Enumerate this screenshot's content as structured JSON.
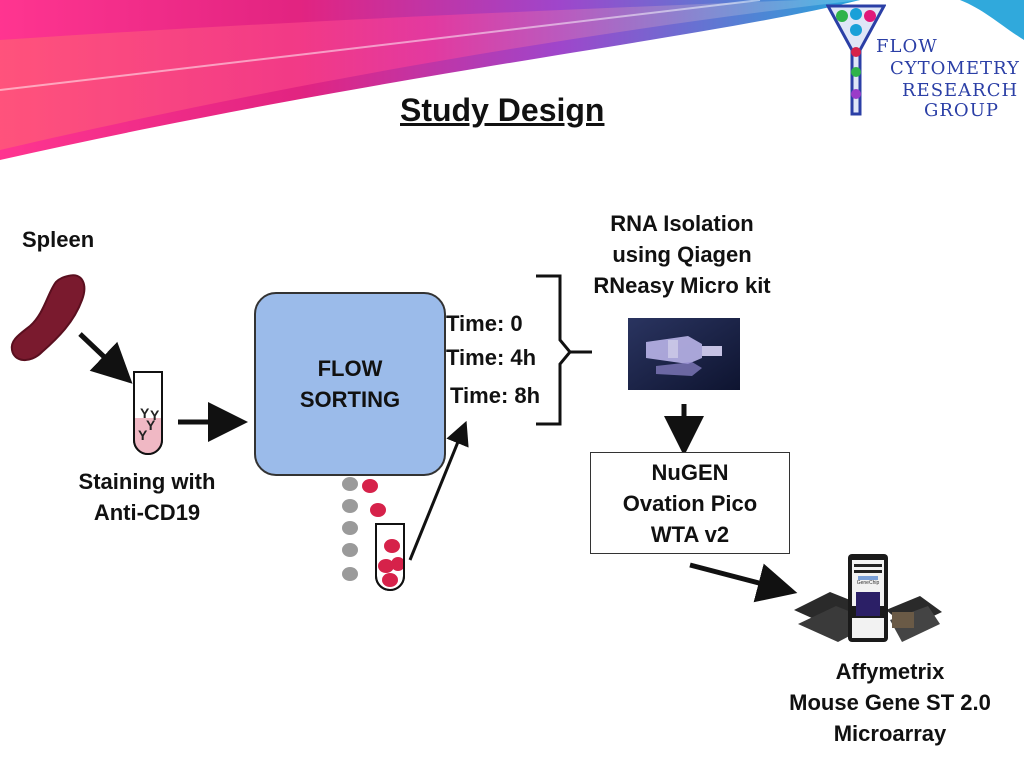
{
  "slide": {
    "title": "Study Design",
    "logo": {
      "lines": [
        "FLOW",
        "CYTOMETRY",
        "RESEARCH",
        "GROUP"
      ]
    },
    "spleen_label": "Spleen",
    "staining_label": [
      "Staining with",
      "Anti-CD19"
    ],
    "flow_box": [
      "FLOW",
      "SORTING"
    ],
    "times": [
      "Time: 0",
      "Time: 4h",
      "Time: 8h"
    ],
    "rna_label": [
      "RNA Isolation",
      "using Qiagen",
      "RNeasy Micro kit"
    ],
    "nugen_label": [
      "NuGEN",
      "Ovation Pico",
      "WTA v2"
    ],
    "affy_label": [
      "Affymetrix",
      "Mouse Gene ST 2.0",
      "Microarray"
    ],
    "chip_text": "GeneChip",
    "colors": {
      "header_magenta": "#e0187a",
      "header_cyan": "#1aa0d8",
      "flow_box": "#9bbbea",
      "cell_red": "#d6224a",
      "cell_gray": "#9a9a9a",
      "spleen": "#7a1a2e",
      "logo_blue": "#2b3fa6"
    }
  }
}
